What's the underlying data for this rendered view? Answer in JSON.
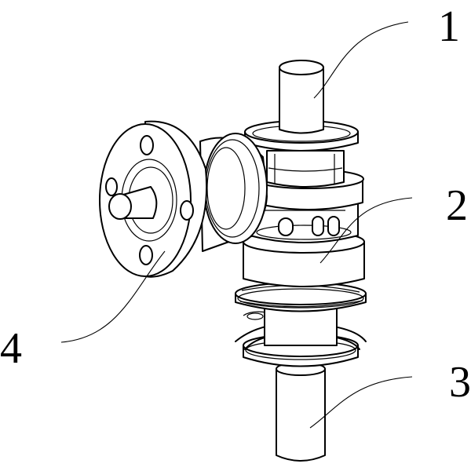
{
  "labels": [
    {
      "id": "1",
      "text": "1"
    },
    {
      "id": "2",
      "text": "2"
    },
    {
      "id": "3",
      "text": "3"
    },
    {
      "id": "4",
      "text": "4"
    }
  ],
  "colors": {
    "stroke": "#000000",
    "background": "#ffffff"
  }
}
